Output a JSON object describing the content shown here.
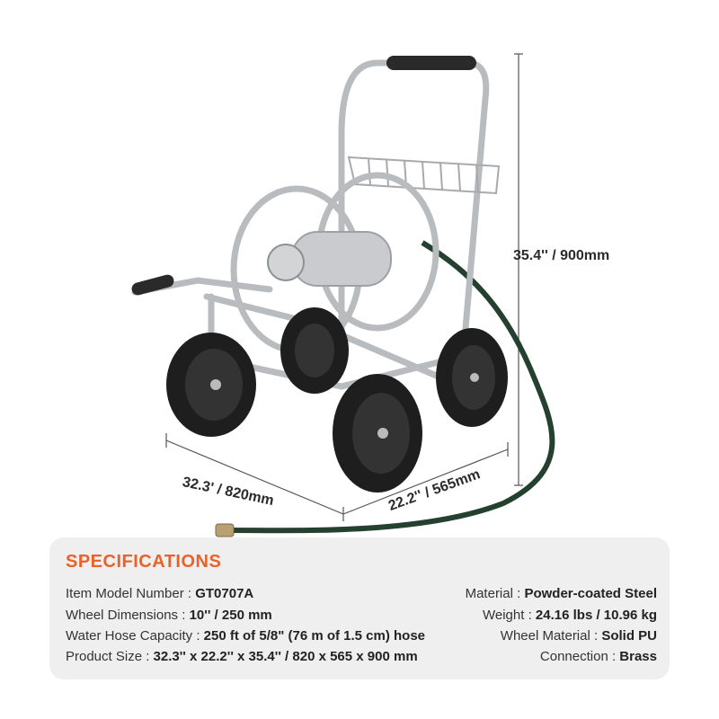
{
  "dimensions": {
    "height": "35.4'' / 900mm",
    "width": "32.3' / 820mm",
    "depth": "22.2'' / 565mm"
  },
  "specs": {
    "title": "SPECIFICATIONS",
    "left": [
      {
        "label": "Item Model Number : ",
        "value": "GT0707A"
      },
      {
        "label": "Wheel Dimensions : ",
        "value": "10'' / 250 mm"
      },
      {
        "label": "Water Hose Capacity : ",
        "value": "250 ft of 5/8\" (76 m of 1.5 cm) hose"
      },
      {
        "label": "Product Size : ",
        "value": "32.3'' x 22.2'' x 35.4'' / 820 x 565 x 900 mm"
      }
    ],
    "right": [
      {
        "label": "Material : ",
        "value": "Powder-coated Steel"
      },
      {
        "label": "Weight : ",
        "value": "24.16 lbs / 10.96 kg"
      },
      {
        "label": "Wheel Material : ",
        "value": "Solid PU"
      },
      {
        "label": "Connection : ",
        "value": "Brass"
      }
    ]
  },
  "colors": {
    "accent": "#e8632b",
    "card_bg": "#efefef",
    "frame": "#b9bcbf",
    "tire": "#1e1e1e",
    "hose": "#24402e"
  }
}
